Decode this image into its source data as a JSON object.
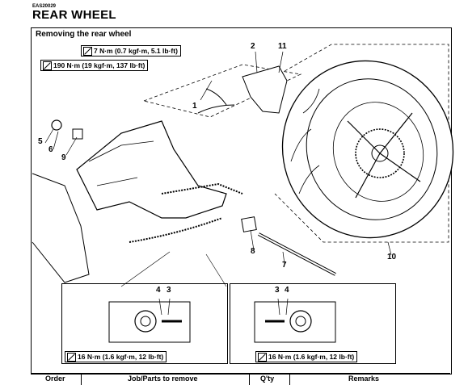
{
  "header": {
    "code": "EAS20029",
    "title": "REAR WHEEL"
  },
  "section": {
    "caption": "Removing the rear wheel"
  },
  "torques": {
    "t1": "7 N·m (0.7 kgf·m, 5.1 lb·ft)",
    "t2": "190 N·m (19 kgf·m, 137 lb·ft)",
    "t3": "16 N·m (1.6 kgf·m, 12 lb·ft)",
    "t4": "16 N·m (1.6 kgf·m, 12 lb·ft)"
  },
  "callouts": [
    "1",
    "2",
    "11",
    "5",
    "6",
    "9",
    "8",
    "7",
    "10",
    "4",
    "3",
    "3",
    "4"
  ],
  "table": {
    "headers": [
      "Order",
      "Job/Parts to remove",
      "Q'ty",
      "Remarks"
    ]
  }
}
